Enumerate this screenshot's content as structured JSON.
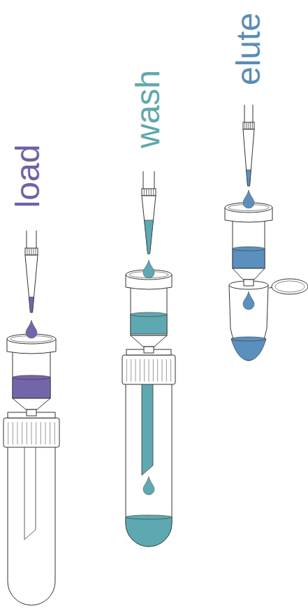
{
  "diagram": {
    "labels": [
      "load",
      "wash",
      "elute"
    ]
  }
}
